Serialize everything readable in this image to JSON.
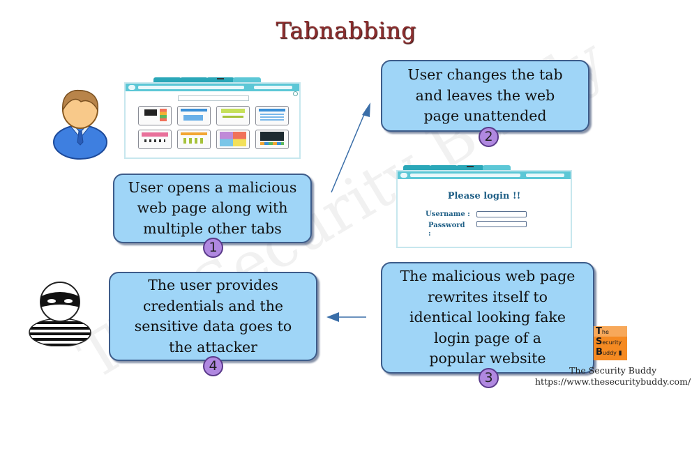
{
  "title": "Tabnabbing",
  "watermark": "The Security Buddy",
  "steps": [
    {
      "number": "1",
      "lines": [
        "User opens a malicious",
        "web page along with",
        "multiple other tabs"
      ]
    },
    {
      "number": "2",
      "lines": [
        "User changes the tab",
        "and leaves the web",
        "page unattended"
      ]
    },
    {
      "number": "3",
      "lines": [
        "The malicious web page",
        "rewrites itself to",
        "identical looking fake",
        "login page of a",
        "popular website"
      ]
    },
    {
      "number": "4",
      "lines": [
        "The user provides",
        "credentials and the",
        "sensitive data goes to",
        "the attacker"
      ]
    }
  ],
  "fake_login": {
    "heading": "Please login !!",
    "username_label": "Username :",
    "password_label": "Password",
    "password_colon": ":"
  },
  "icons": {
    "user": "user-businessman-icon",
    "attacker": "masked-thief-icon",
    "browser_tabs": "browser-with-speed-dial-tabs",
    "browser_login": "browser-with-fake-login"
  },
  "colors": {
    "title": "#8b2d2d",
    "box_fill": "#9fd5f7",
    "box_border": "#3d5c8a",
    "badge_fill": "#b088e0",
    "arrow": "#3a6ea8",
    "logo": "#f58a22"
  },
  "logo": {
    "lines": [
      {
        "initial": "T",
        "rest": "he"
      },
      {
        "initial": "S",
        "rest": "ecurity"
      },
      {
        "initial": "B",
        "rest": "uddy"
      }
    ]
  },
  "footer": {
    "brand": "The Security Buddy",
    "url": "https://www.thesecuritybuddy.com/"
  }
}
